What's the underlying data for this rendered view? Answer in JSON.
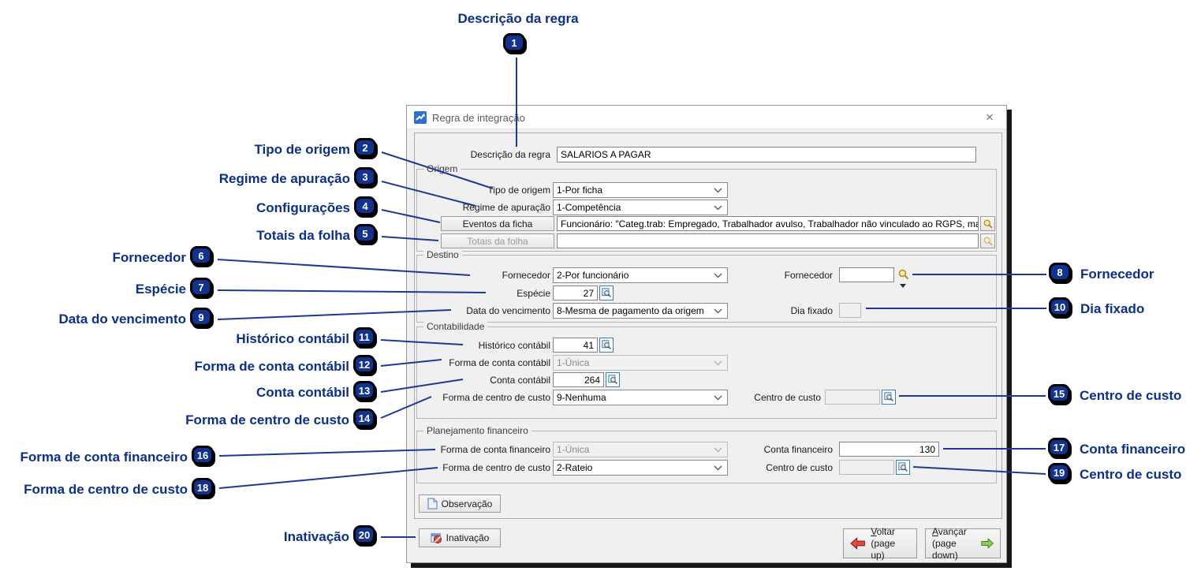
{
  "window": {
    "title": "Regra de integração",
    "close": "×"
  },
  "form": {
    "descricao": {
      "label": "Descrição da regra",
      "value": "SALARIOS A PAGAR"
    },
    "origem": {
      "legend": "Origem",
      "tipo_origem": {
        "label": "Tipo de origem",
        "value": "1-Por ficha"
      },
      "regime": {
        "label": "Regime de apuração",
        "value": "1-Competência"
      },
      "eventos": {
        "button": "Eventos da ficha",
        "value": "Funcionário: \"Categ.trab: Empregado, Trabalhador avulso, Trabalhador não vinculado ao RGPS, mas com direi"
      },
      "totais": {
        "button": "Totais da folha",
        "value": ""
      }
    },
    "destino": {
      "legend": "Destino",
      "fornecedor_forma": {
        "label": "Fornecedor",
        "value": "2-Por funcionário"
      },
      "fornecedor_dest": {
        "label": "Fornecedor",
        "value": ""
      },
      "especie": {
        "label": "Espécie",
        "value": "27"
      },
      "data_vencimento": {
        "label": "Data do vencimento",
        "value": "8-Mesma de pagamento da origem"
      },
      "dia_fixado": {
        "label": "Dia fixado",
        "value": ""
      }
    },
    "contabilidade": {
      "legend": "Contabilidade",
      "historico": {
        "label": "Histórico contábil",
        "value": "41"
      },
      "forma_conta": {
        "label": "Forma de conta contábil",
        "value": "1-Única"
      },
      "conta": {
        "label": "Conta contábil",
        "value": "264"
      },
      "forma_cc": {
        "label": "Forma de centro de custo",
        "value": "9-Nenhuma"
      },
      "centro_custo": {
        "label": "Centro de custo",
        "value": ""
      }
    },
    "planejamento": {
      "legend": "Planejamento financeiro",
      "forma_conta_fin": {
        "label": "Forma de conta financeiro",
        "value": "1-Única"
      },
      "conta_fin": {
        "label": "Conta financeiro",
        "value": "130"
      },
      "forma_cc_fin": {
        "label": "Forma de centro de custo",
        "value": "2-Rateio"
      },
      "centro_custo_fin": {
        "label": "Centro de custo",
        "value": ""
      }
    },
    "buttons": {
      "observacao": "Observação",
      "inativacao": "Inativação",
      "voltar": "Voltar",
      "voltar_sub": "(page up)",
      "avancar": "Avançar",
      "avancar_sub": "(page down)"
    }
  },
  "callouts": [
    {
      "num": "1",
      "label": "Descrição da regra"
    },
    {
      "num": "2",
      "label": "Tipo de origem"
    },
    {
      "num": "3",
      "label": "Regime de apuração"
    },
    {
      "num": "4",
      "label": "Configurações"
    },
    {
      "num": "5",
      "label": "Totais da folha"
    },
    {
      "num": "6",
      "label": "Fornecedor"
    },
    {
      "num": "7",
      "label": "Espécie"
    },
    {
      "num": "8",
      "label": "Fornecedor"
    },
    {
      "num": "9",
      "label": "Data do vencimento"
    },
    {
      "num": "10",
      "label": "Dia fixado"
    },
    {
      "num": "11",
      "label": "Histórico contábil"
    },
    {
      "num": "12",
      "label": "Forma de conta contábil"
    },
    {
      "num": "13",
      "label": "Conta contábil"
    },
    {
      "num": "14",
      "label": "Forma de centro de custo"
    },
    {
      "num": "15",
      "label": "Centro de custo"
    },
    {
      "num": "16",
      "label": "Forma de conta financeiro"
    },
    {
      "num": "17",
      "label": "Conta financeiro"
    },
    {
      "num": "18",
      "label": "Forma de centro de custo"
    },
    {
      "num": "19",
      "label": "Centro de custo"
    },
    {
      "num": "20",
      "label": "Inativação"
    }
  ],
  "colors": {
    "callout_text": "#0b2f8f",
    "callout_badge": "#11338f",
    "callout_line": "#1b3a96",
    "shadow": "#161616"
  }
}
